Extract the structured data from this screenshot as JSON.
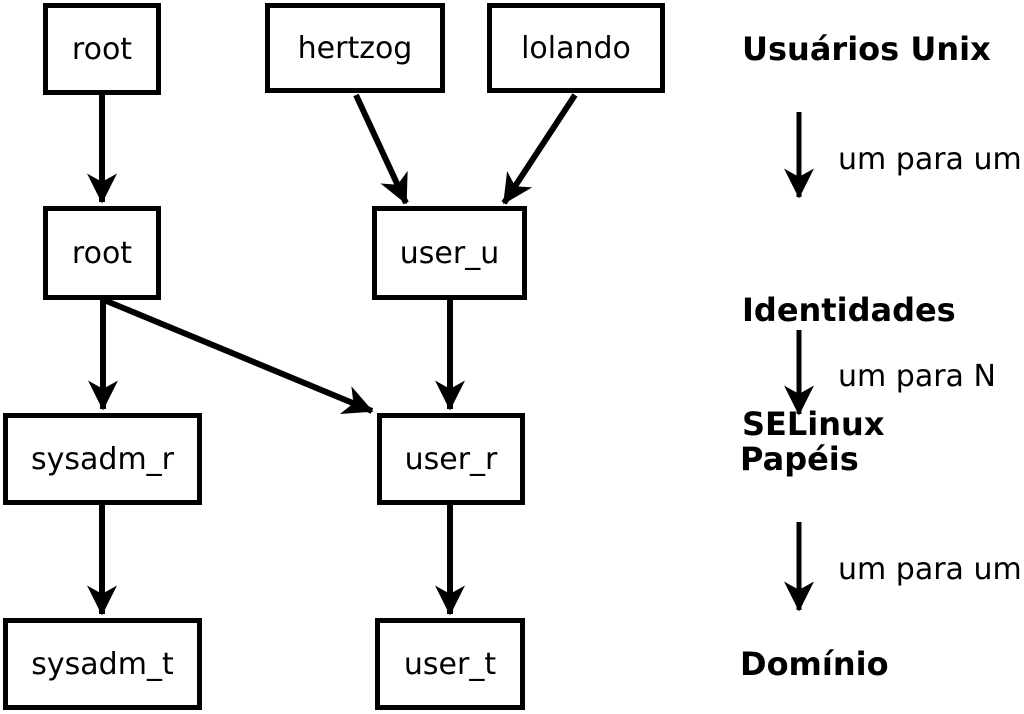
{
  "diagram": {
    "nodes": {
      "root_unix": "root",
      "hertzog": "hertzog",
      "lolando": "lolando",
      "root_selinux": "root",
      "user_u": "user_u",
      "sysadm_r": "sysadm_r",
      "user_r": "user_r",
      "sysadm_t": "sysadm_t",
      "user_t": "user_t"
    },
    "legend": {
      "unix_users": "Usuários Unix",
      "one_to_one_1": "um para um",
      "selinux_identities_line1": "Identidades",
      "selinux_identities_line2": "SELinux",
      "one_to_n": "um para N",
      "roles": "Papéis",
      "one_to_one_2": "um para um",
      "domain": "Domínio"
    },
    "colors": {
      "line": "#000000",
      "background": "#ffffff",
      "text": "#000000"
    }
  }
}
